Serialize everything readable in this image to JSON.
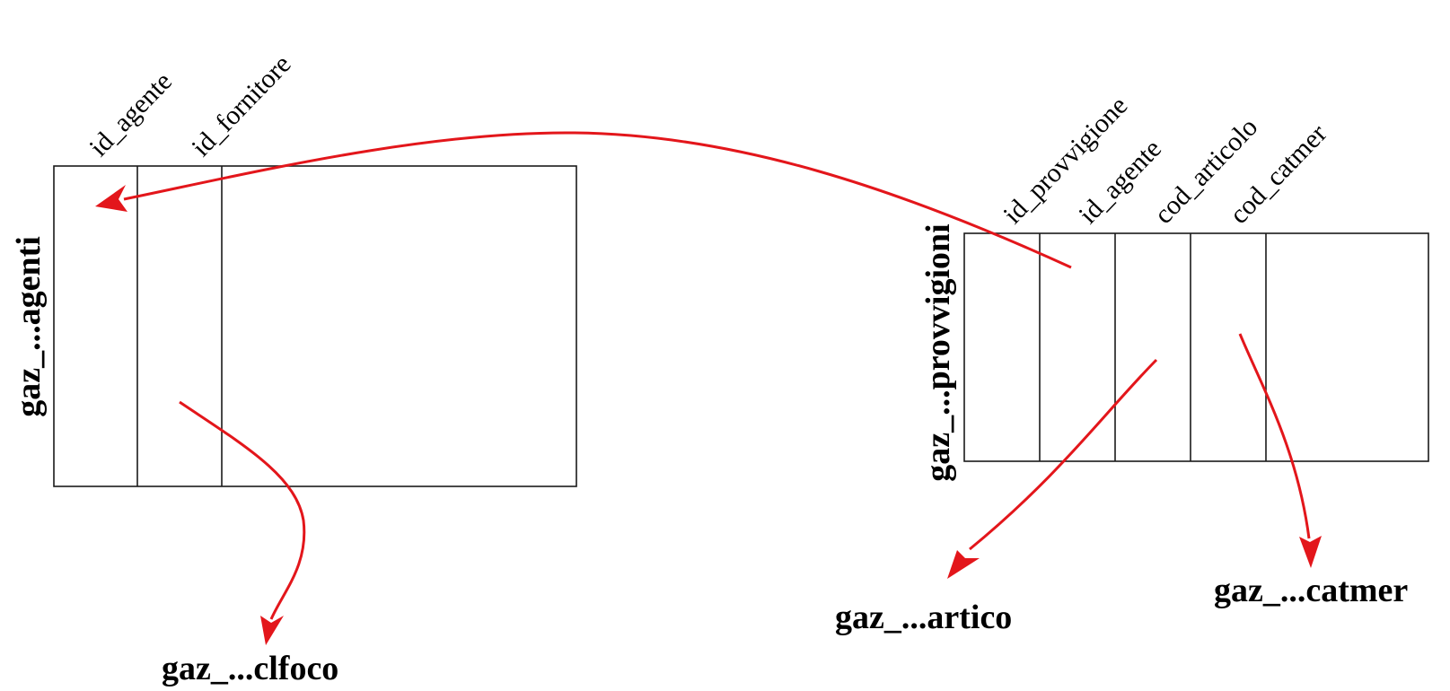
{
  "colors": {
    "arrow": "#e3161b",
    "line": "#1a1a1a"
  },
  "tables": {
    "agenti": {
      "name": "gaz_...agenti",
      "fields": [
        "id_agente",
        "id_fornitore"
      ]
    },
    "provvigioni": {
      "name": "gaz_...provvigioni",
      "fields": [
        "id_provvigione",
        "id_agente",
        "cod_articolo",
        "cod_catmer"
      ]
    }
  },
  "references": {
    "clfoco": "gaz_...clfoco",
    "artico": "gaz_...artico",
    "catmer": "gaz_...catmer"
  }
}
